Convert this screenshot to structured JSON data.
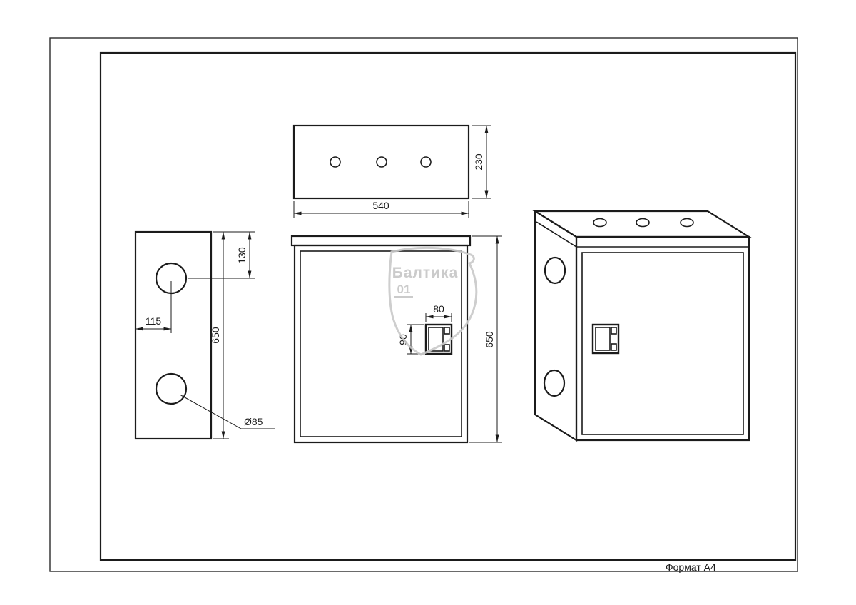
{
  "page": {
    "format_label": "Формат А4"
  },
  "watermark": {
    "brand": "Балтика",
    "number": "01"
  },
  "views": {
    "top": {
      "dim_width": "540",
      "dim_depth": "230"
    },
    "front": {
      "dim_height": "650",
      "handle_dim_width": "80",
      "handle_dim_height": "90"
    },
    "side": {
      "dim_height": "650",
      "dim_hole_top": "130",
      "dim_hole_center": "115",
      "hole_diameter": "Ø85"
    }
  }
}
